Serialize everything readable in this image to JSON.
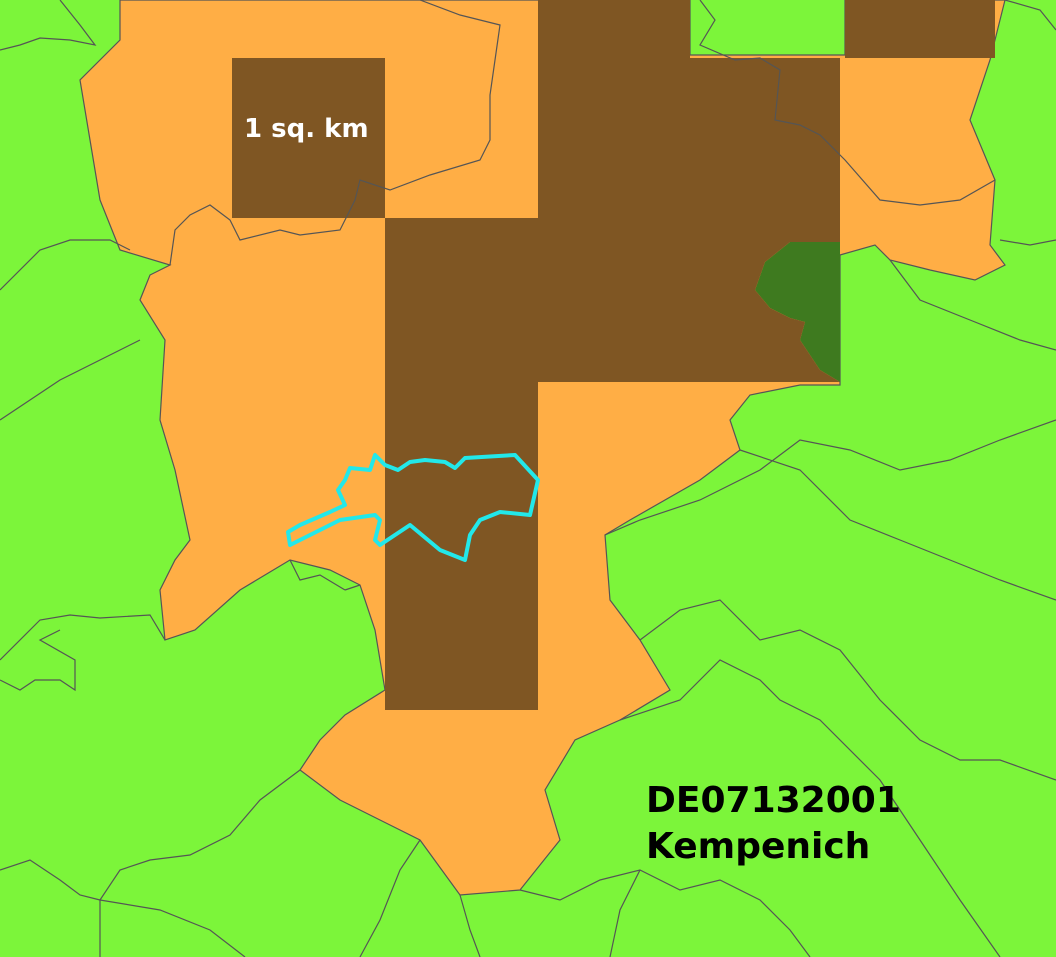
{
  "map": {
    "scale_label": "1 sq. km",
    "region_code": "DE07132001",
    "region_name": "Kempenich"
  },
  "colors": {
    "background_land": "#7cf53a",
    "lau_region": "#ffae45",
    "grid_cell": "#7f5623",
    "grid_cell_over_land": "#3e7a1f",
    "urban_outline": "#22e8ea",
    "boundary_line": "#555555"
  }
}
